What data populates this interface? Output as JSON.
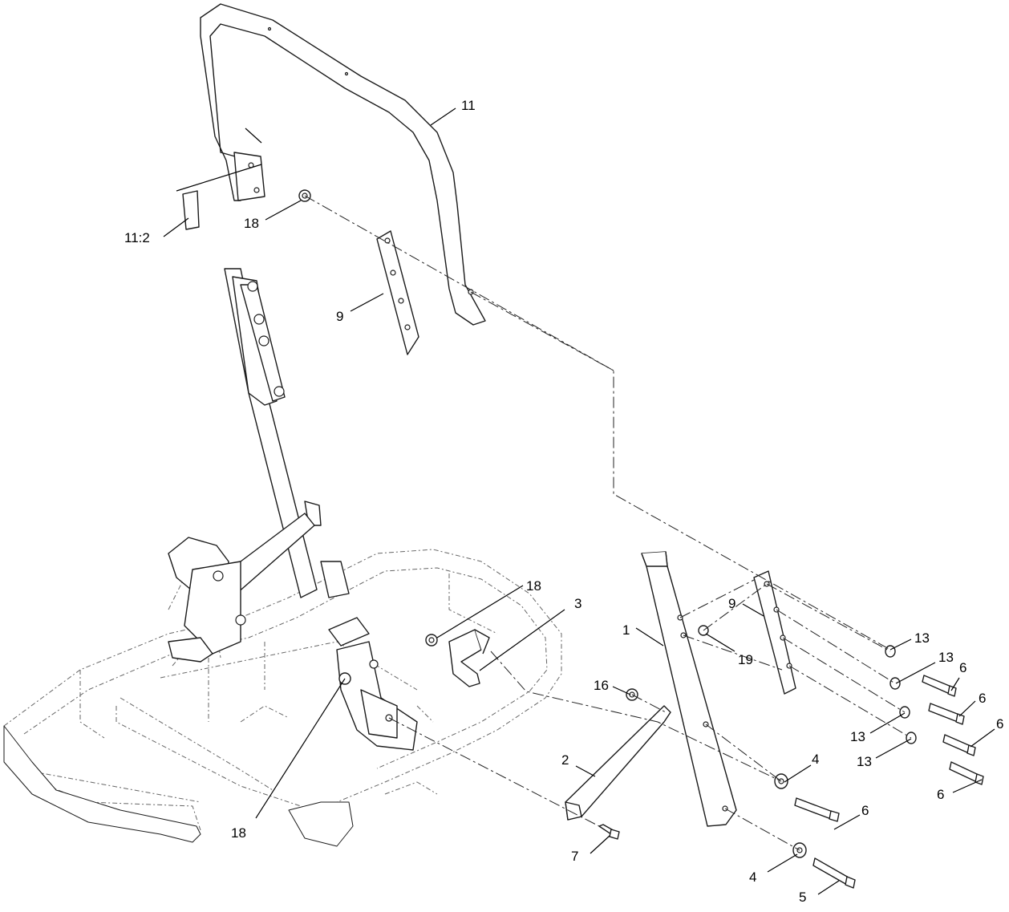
{
  "callouts": {
    "c11": "11",
    "c11_2": "11:2",
    "c18_top": "18",
    "c9_left": "9",
    "c18_mid": "18",
    "c3": "3",
    "c1": "1",
    "c9_right": "9",
    "c19": "19",
    "c13_a": "13",
    "c13_b": "13",
    "c6_a": "6",
    "c6_b": "6",
    "c6_c": "6",
    "c13_c": "13",
    "c13_d": "13",
    "c6_d": "6",
    "c16": "16",
    "c2": "2",
    "c4_a": "4",
    "c6_e": "6",
    "c18_bottom": "18",
    "c7": "7",
    "c4_b": "4",
    "c5": "5"
  },
  "colors": {
    "line": "#1a1a1a",
    "background": "#ffffff"
  }
}
